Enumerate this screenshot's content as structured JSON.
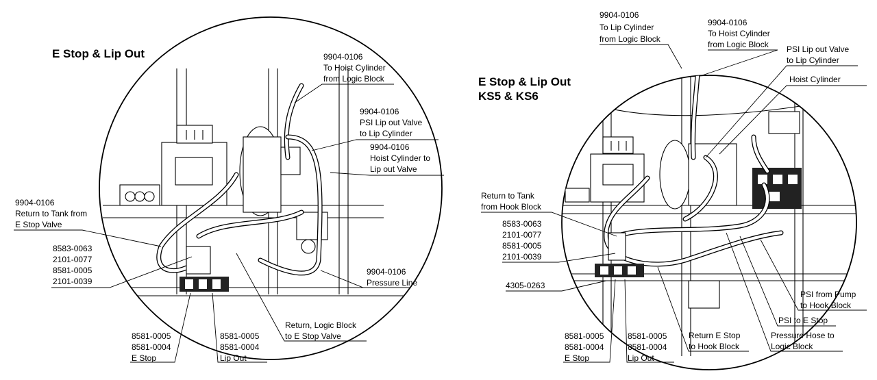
{
  "left": {
    "title": "E Stop & Lip Out",
    "labels": {
      "hoist_from_logic": [
        "9904-0106",
        "To Hoist Cylinder",
        "from Logic Block"
      ],
      "psi_lip_valve": [
        "9904-0106",
        "PSI Lip out Valve",
        "to Lip Cylinder"
      ],
      "hoist_to_lip_valve": [
        "9904-0106",
        "Hoist Cylinder to",
        "Lip out Valve"
      ],
      "return_tank_estop": [
        "9904-0106",
        "Return to Tank from",
        "E Stop Valve"
      ],
      "parts_group": [
        "8583-0063",
        "2101-0077",
        "8581-0005",
        "2101-0039"
      ],
      "pressure_line": [
        "9904-0106",
        "Pressure Line"
      ],
      "return_logic_estop": [
        "Return, Logic Block",
        "to E Stop Valve"
      ],
      "estop_fittings": [
        "8581-0005",
        "8581-0004",
        "E Stop"
      ],
      "lipout_fittings": [
        "8581-0005",
        "8581-0004",
        "Lip Out"
      ]
    }
  },
  "right": {
    "title": [
      "E Stop & Lip Out",
      "KS5 & KS6"
    ],
    "labels": {
      "lip_from_logic": [
        "9904-0106",
        "To Lip Cylinder",
        "from Logic Block"
      ],
      "hoist_from_logic": [
        "9904-0106",
        "To Hoist Cylinder",
        "from Logic Block"
      ],
      "psi_lip_valve": [
        "PSI Lip out Valve",
        "to Lip Cylinder"
      ],
      "hoist_cylinder": [
        "Hoist Cylinder"
      ],
      "return_tank_hook": [
        "Return to Tank",
        "from Hook Block"
      ],
      "parts_group": [
        "8583-0063",
        "2101-0077",
        "8581-0005",
        "2101-0039"
      ],
      "single_part": [
        "4305-0263"
      ],
      "psi_pump_hook": [
        "PSI from Pump",
        "to Hook Block"
      ],
      "psi_estop": [
        "PSI to E Stop"
      ],
      "pressure_hose_logic": [
        "Pressure Hose to",
        "Logic Block"
      ],
      "return_estop_hook": [
        "Return E Stop",
        "to Hook Block"
      ],
      "estop_fittings": [
        "8581-0005",
        "8581-0004",
        "E Stop"
      ],
      "lipout_fittings": [
        "8581-0005",
        "8581-0004",
        "Lip Out"
      ]
    }
  }
}
